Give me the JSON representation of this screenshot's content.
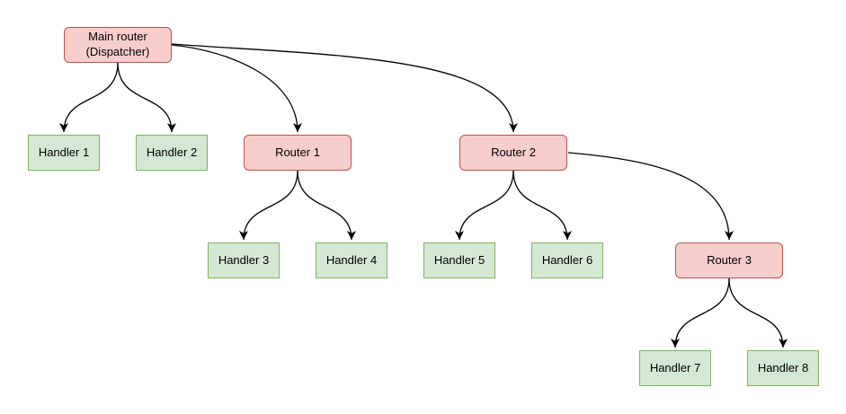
{
  "diagram": {
    "type": "flowchart-tree",
    "background_color": "#ffffff",
    "colors": {
      "router_fill": "#f8cecc",
      "router_border": "#b85450",
      "handler_fill": "#d5e8d4",
      "handler_border": "#82b366",
      "edge_stroke": "#000000",
      "label_text": "#000000"
    },
    "nodes": {
      "main": {
        "label": "Main router\n(Dispatcher)",
        "kind": "router"
      },
      "r1": {
        "label": "Router 1",
        "kind": "router"
      },
      "r2": {
        "label": "Router 2",
        "kind": "router"
      },
      "r3": {
        "label": "Router 3",
        "kind": "router"
      },
      "h1": {
        "label": "Handler 1",
        "kind": "handler"
      },
      "h2": {
        "label": "Handler 2",
        "kind": "handler"
      },
      "h3": {
        "label": "Handler 3",
        "kind": "handler"
      },
      "h4": {
        "label": "Handler 4",
        "kind": "handler"
      },
      "h5": {
        "label": "Handler 5",
        "kind": "handler"
      },
      "h6": {
        "label": "Handler 6",
        "kind": "handler"
      },
      "h7": {
        "label": "Handler 7",
        "kind": "handler"
      },
      "h8": {
        "label": "Handler 8",
        "kind": "handler"
      }
    },
    "edges": [
      {
        "from": "main",
        "to": "h1"
      },
      {
        "from": "main",
        "to": "h2"
      },
      {
        "from": "main",
        "to": "r1"
      },
      {
        "from": "main",
        "to": "r2"
      },
      {
        "from": "r1",
        "to": "h3"
      },
      {
        "from": "r1",
        "to": "h4"
      },
      {
        "from": "r2",
        "to": "h5"
      },
      {
        "from": "r2",
        "to": "h6"
      },
      {
        "from": "r2",
        "to": "r3"
      },
      {
        "from": "r3",
        "to": "h7"
      },
      {
        "from": "r3",
        "to": "h8"
      }
    ]
  }
}
